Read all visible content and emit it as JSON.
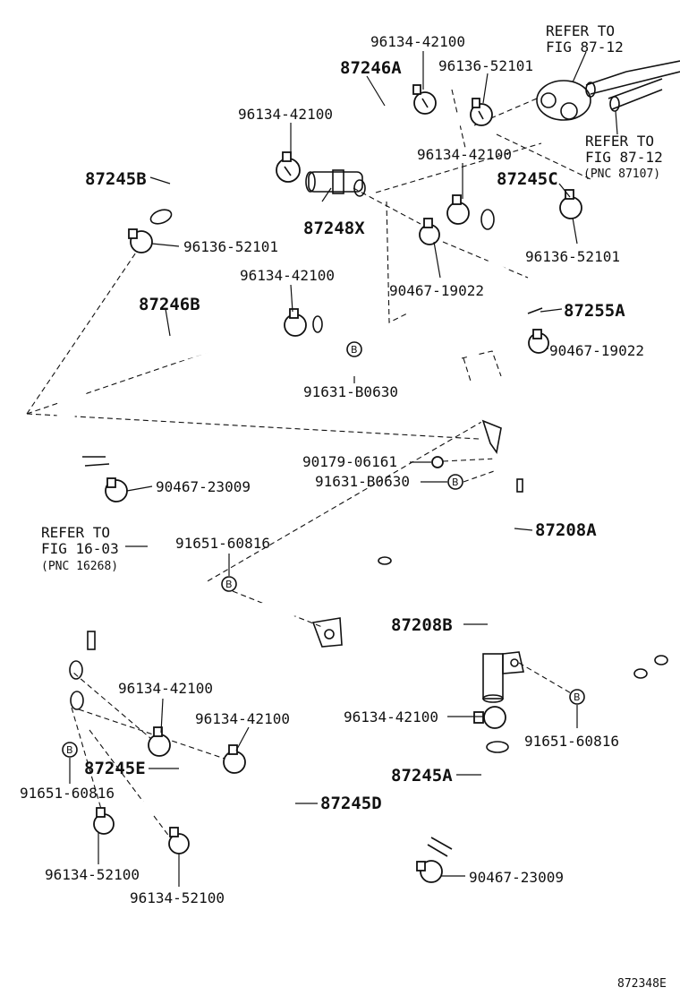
{
  "labels": {
    "p96134_42100_a": "96134-42100",
    "p87246A": "87246A",
    "p96136_52101_a": "96136-52101",
    "refer_87_12_a_l1": "REFER TO",
    "refer_87_12_a_l2": "FIG 87-12",
    "refer_87_12_b_l1": "REFER TO",
    "refer_87_12_b_l2": "FIG 87-12",
    "pnc_87107": "(PNC 87107)",
    "p96134_42100_b": "96134-42100",
    "p96134_42100_c": "96134-42100",
    "p87245B": "87245B",
    "p87245C": "87245C",
    "p87248X": "87248X",
    "p96136_52101_b": "96136-52101",
    "p96136_52101_c": "96136-52101",
    "p90467_19022_a": "90467-19022",
    "p96134_42100_d": "96134-42100",
    "p87255A": "87255A",
    "p87246B": "87246B",
    "p90467_19022_b": "90467-19022",
    "p91631_B0630_a": "91631-B0630",
    "p90179_06161": "90179-06161",
    "p91631_B0630_b": "91631-B0630",
    "p90467_23009_a": "90467-23009",
    "p87208A": "87208A",
    "refer_16_03_l1": "REFER TO",
    "refer_16_03_l2": "FIG 16-03",
    "pnc_16268": "(PNC 16268)",
    "p91651_60816_a": "91651-60816",
    "p87208B": "87208B",
    "p96134_42100_e": "96134-42100",
    "p96134_42100_f": "96134-42100",
    "p96134_42100_g": "96134-42100",
    "p91651_60816_b": "91651-60816",
    "p87245E": "87245E",
    "p91651_60816_c": "91651-60816",
    "p87245A": "87245A",
    "p87245D": "87245D",
    "p96134_52100_a": "96134-52100",
    "p90467_23009_b": "90467-23009",
    "p96134_52100_b": "96134-52100",
    "diagram_code": "872348E",
    "b_marker": "B"
  }
}
